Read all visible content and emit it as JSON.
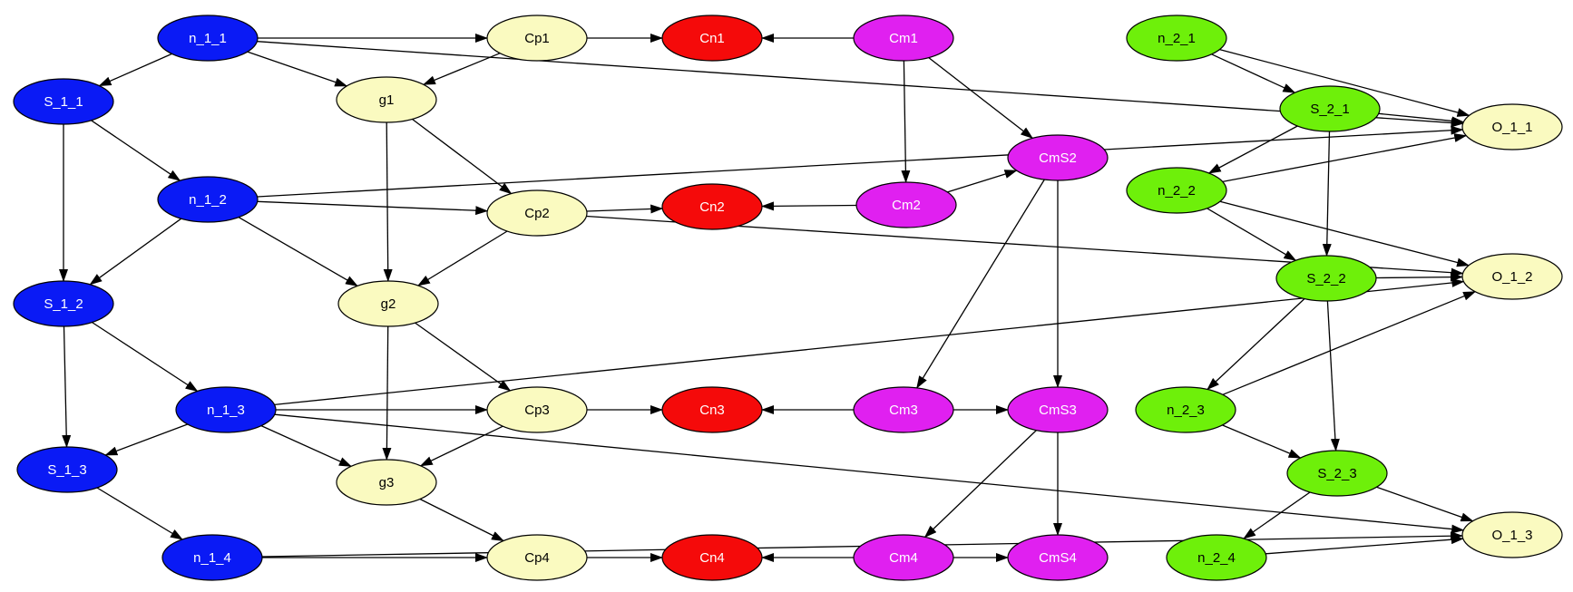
{
  "colors": {
    "blue": "#0a1af5",
    "yellow": "#fafac0",
    "red": "#f50a0a",
    "magenta": "#e020f0",
    "green": "#6ef00a",
    "edge": "#000000",
    "label_light": "#ffffff",
    "label_dark": "#000000"
  },
  "nodes": [
    {
      "id": "n_1_1",
      "label": "n_1_1",
      "color": "blue"
    },
    {
      "id": "S_1_1",
      "label": "S_1_1",
      "color": "blue"
    },
    {
      "id": "n_1_2",
      "label": "n_1_2",
      "color": "blue"
    },
    {
      "id": "S_1_2",
      "label": "S_1_2",
      "color": "blue"
    },
    {
      "id": "n_1_3",
      "label": "n_1_3",
      "color": "blue"
    },
    {
      "id": "S_1_3",
      "label": "S_1_3",
      "color": "blue"
    },
    {
      "id": "n_1_4",
      "label": "n_1_4",
      "color": "blue"
    },
    {
      "id": "g1",
      "label": "g1",
      "color": "yellow"
    },
    {
      "id": "g2",
      "label": "g2",
      "color": "yellow"
    },
    {
      "id": "g3",
      "label": "g3",
      "color": "yellow"
    },
    {
      "id": "Cp1",
      "label": "Cp1",
      "color": "yellow"
    },
    {
      "id": "Cp2",
      "label": "Cp2",
      "color": "yellow"
    },
    {
      "id": "Cp3",
      "label": "Cp3",
      "color": "yellow"
    },
    {
      "id": "Cp4",
      "label": "Cp4",
      "color": "yellow"
    },
    {
      "id": "Cn1",
      "label": "Cn1",
      "color": "red"
    },
    {
      "id": "Cn2",
      "label": "Cn2",
      "color": "red"
    },
    {
      "id": "Cn3",
      "label": "Cn3",
      "color": "red"
    },
    {
      "id": "Cn4",
      "label": "Cn4",
      "color": "red"
    },
    {
      "id": "Cm1",
      "label": "Cm1",
      "color": "magenta"
    },
    {
      "id": "Cm2",
      "label": "Cm2",
      "color": "magenta"
    },
    {
      "id": "Cm3",
      "label": "Cm3",
      "color": "magenta"
    },
    {
      "id": "Cm4",
      "label": "Cm4",
      "color": "magenta"
    },
    {
      "id": "CmS2",
      "label": "CmS2",
      "color": "magenta"
    },
    {
      "id": "CmS3",
      "label": "CmS3",
      "color": "magenta"
    },
    {
      "id": "CmS4",
      "label": "CmS4",
      "color": "magenta"
    },
    {
      "id": "n_2_1",
      "label": "n_2_1",
      "color": "green"
    },
    {
      "id": "S_2_1",
      "label": "S_2_1",
      "color": "green"
    },
    {
      "id": "n_2_2",
      "label": "n_2_2",
      "color": "green"
    },
    {
      "id": "S_2_2",
      "label": "S_2_2",
      "color": "green"
    },
    {
      "id": "n_2_3",
      "label": "n_2_3",
      "color": "green"
    },
    {
      "id": "S_2_3",
      "label": "S_2_3",
      "color": "green"
    },
    {
      "id": "n_2_4",
      "label": "n_2_4",
      "color": "green"
    },
    {
      "id": "O_1_1",
      "label": "O_1_1",
      "color": "yellow"
    },
    {
      "id": "O_1_2",
      "label": "O_1_2",
      "color": "yellow"
    },
    {
      "id": "O_1_3",
      "label": "O_1_3",
      "color": "yellow"
    }
  ],
  "edges": [
    [
      "n_1_1",
      "S_1_1"
    ],
    [
      "n_1_1",
      "g1"
    ],
    [
      "n_1_1",
      "Cp1"
    ],
    [
      "n_1_1",
      "O_1_1"
    ],
    [
      "Cp1",
      "g1"
    ],
    [
      "Cp1",
      "Cn1"
    ],
    [
      "Cm1",
      "Cn1"
    ],
    [
      "Cm1",
      "Cm2"
    ],
    [
      "Cm1",
      "CmS2"
    ],
    [
      "S_1_1",
      "S_1_2"
    ],
    [
      "S_1_1",
      "n_1_2"
    ],
    [
      "g1",
      "g2"
    ],
    [
      "g1",
      "Cp2"
    ],
    [
      "n_1_2",
      "S_1_2"
    ],
    [
      "n_1_2",
      "g2"
    ],
    [
      "n_1_2",
      "Cp2"
    ],
    [
      "n_1_2",
      "O_1_1"
    ],
    [
      "Cp2",
      "g2"
    ],
    [
      "Cp2",
      "Cn2"
    ],
    [
      "Cp2",
      "O_1_2"
    ],
    [
      "Cm2",
      "Cn2"
    ],
    [
      "Cm2",
      "CmS2"
    ],
    [
      "CmS2",
      "Cm3"
    ],
    [
      "CmS2",
      "CmS3"
    ],
    [
      "S_1_2",
      "S_1_3"
    ],
    [
      "S_1_2",
      "n_1_3"
    ],
    [
      "g2",
      "g3"
    ],
    [
      "g2",
      "Cp3"
    ],
    [
      "n_1_3",
      "S_1_3"
    ],
    [
      "n_1_3",
      "g3"
    ],
    [
      "n_1_3",
      "Cp3"
    ],
    [
      "n_1_3",
      "O_1_3"
    ],
    [
      "n_1_3",
      "O_1_2"
    ],
    [
      "Cp3",
      "g3"
    ],
    [
      "Cp3",
      "Cn3"
    ],
    [
      "Cm3",
      "Cn3"
    ],
    [
      "Cm3",
      "CmS3"
    ],
    [
      "CmS3",
      "Cm4"
    ],
    [
      "CmS3",
      "CmS4"
    ],
    [
      "S_1_3",
      "n_1_4"
    ],
    [
      "g3",
      "Cp4"
    ],
    [
      "n_1_4",
      "Cp4"
    ],
    [
      "n_1_4",
      "O_1_3"
    ],
    [
      "Cp4",
      "Cn4"
    ],
    [
      "Cm4",
      "Cn4"
    ],
    [
      "Cm4",
      "CmS4"
    ],
    [
      "n_2_1",
      "S_2_1"
    ],
    [
      "n_2_1",
      "O_1_1"
    ],
    [
      "S_2_1",
      "O_1_1"
    ],
    [
      "S_2_1",
      "n_2_2"
    ],
    [
      "S_2_1",
      "S_2_2"
    ],
    [
      "n_2_2",
      "O_1_1"
    ],
    [
      "n_2_2",
      "S_2_2"
    ],
    [
      "n_2_2",
      "O_1_2"
    ],
    [
      "S_2_2",
      "O_1_2"
    ],
    [
      "S_2_2",
      "n_2_3"
    ],
    [
      "S_2_2",
      "S_2_3"
    ],
    [
      "n_2_3",
      "O_1_2"
    ],
    [
      "n_2_3",
      "S_2_3"
    ],
    [
      "S_2_3",
      "O_1_3"
    ],
    [
      "S_2_3",
      "n_2_4"
    ],
    [
      "n_2_4",
      "O_1_3"
    ]
  ]
}
